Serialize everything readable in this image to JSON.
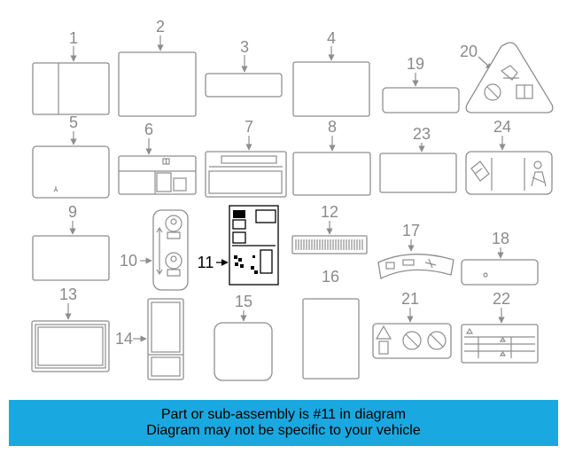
{
  "banner": {
    "line1": "Part or sub-assembly is #11 in diagram",
    "line2": "Diagram may not be specific to your vehicle",
    "color": "#1aa8e0"
  },
  "highlighted_part": "11",
  "parts": [
    {
      "id": "p1",
      "number": "1"
    },
    {
      "id": "p2",
      "number": "2"
    },
    {
      "id": "p3",
      "number": "3"
    },
    {
      "id": "p4",
      "number": "4"
    },
    {
      "id": "p5",
      "number": "5"
    },
    {
      "id": "p6",
      "number": "6"
    },
    {
      "id": "p7",
      "number": "7"
    },
    {
      "id": "p8",
      "number": "8"
    },
    {
      "id": "p9",
      "number": "9"
    },
    {
      "id": "p10",
      "number": "10"
    },
    {
      "id": "p11",
      "number": "11"
    },
    {
      "id": "p12",
      "number": "12"
    },
    {
      "id": "p13",
      "number": "13"
    },
    {
      "id": "p14",
      "number": "14"
    },
    {
      "id": "p15",
      "number": "15"
    },
    {
      "id": "p16",
      "number": "16"
    },
    {
      "id": "p17",
      "number": "17"
    },
    {
      "id": "p18",
      "number": "18"
    },
    {
      "id": "p19",
      "number": "19"
    },
    {
      "id": "p20",
      "number": "20"
    },
    {
      "id": "p21",
      "number": "21"
    },
    {
      "id": "p22",
      "number": "22"
    },
    {
      "id": "p23",
      "number": "23"
    },
    {
      "id": "p24",
      "number": "24"
    }
  ]
}
